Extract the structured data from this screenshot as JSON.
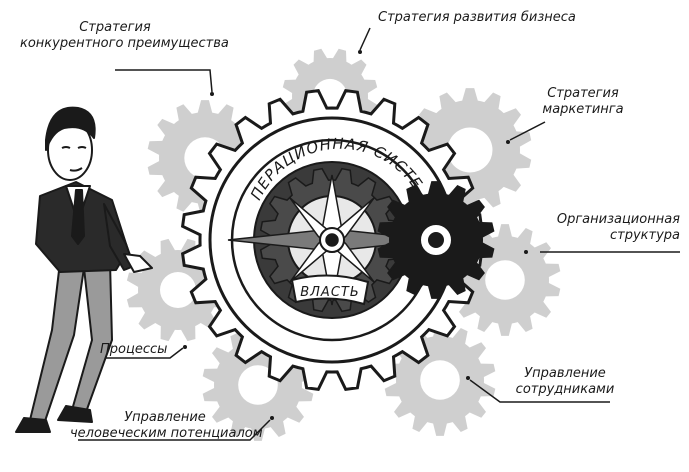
{
  "labels": {
    "competitive": {
      "line1": "Стратегия",
      "line2": "конкурентного преимущества"
    },
    "business": "Стратегия развития бизнеса",
    "marketing": {
      "line1": "Стратегия",
      "line2": "маркетинга"
    },
    "org": {
      "line1": "Организационная",
      "line2": "структура"
    },
    "processes": "Процессы",
    "staff": {
      "line1": "Управление",
      "line2": "сотрудниками"
    },
    "human": {
      "line1": "Управление",
      "line2": "человеческим потенциалом"
    }
  },
  "center": {
    "ring_text": "ОПЕРАЦИОННАЯ СИСТЕМА",
    "banner_text": "ВЛАСТЬ"
  },
  "colors": {
    "ink": "#1a1a1a",
    "gear_grey": "#cfcfcf",
    "gear_dark_grey": "#8a8a8a",
    "compass_dark": "#2b2b2b"
  }
}
